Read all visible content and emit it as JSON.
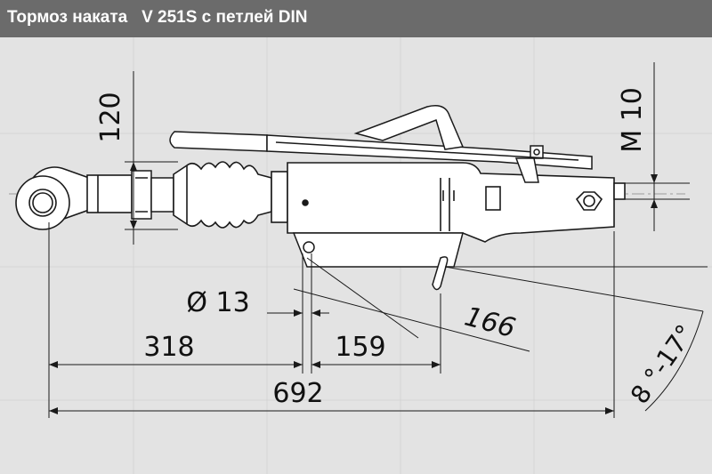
{
  "header": {
    "title": "Тормоз наката   V 251S с петлей DIN"
  },
  "dimensions": {
    "height_120": "120",
    "thread_m10": "M 10",
    "diameter_13": "Ø 13",
    "length_318": "318",
    "length_159": "159",
    "length_166": "166",
    "overall_692": "692",
    "angle_range": "8 °-17°"
  },
  "colors": {
    "background": "#e3e3e3",
    "header_bar": "#6b6b6b",
    "header_text": "#ffffff",
    "line": "#1a1a1a",
    "body_fill": "#ffffff"
  }
}
